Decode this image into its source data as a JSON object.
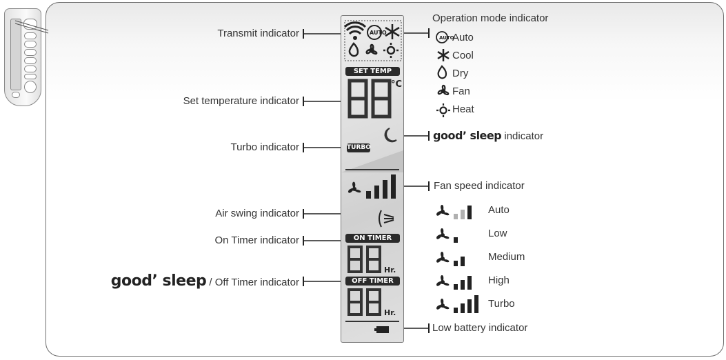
{
  "left_labels": {
    "transmit": "Transmit indicator",
    "set_temp": "Set temperature indicator",
    "turbo": "Turbo indicator",
    "air_swing": "Air swing indicator",
    "on_timer": "On Timer indicator",
    "off_timer_brand": "good’ sleep",
    "off_timer_rest": " / Off Timer indicator"
  },
  "right_labels": {
    "operation_mode_title": "Operation mode indicator",
    "modes": [
      {
        "icon": "auto-mode-icon",
        "label": "Auto"
      },
      {
        "icon": "snowflake-icon",
        "label": "Cool"
      },
      {
        "icon": "droplet-icon",
        "label": "Dry"
      },
      {
        "icon": "fan-icon",
        "label": "Fan"
      },
      {
        "icon": "sun-icon",
        "label": "Heat"
      }
    ],
    "good_sleep_brand": "good’ sleep",
    "good_sleep_rest": " indicator",
    "fan_speed_title": "Fan speed indicator",
    "fan_speeds": [
      {
        "label": "Auto",
        "bars": 3,
        "bars_filled": 1
      },
      {
        "label": "Low",
        "bars": 1,
        "bars_filled": 1
      },
      {
        "label": "Medium",
        "bars": 2,
        "bars_filled": 2
      },
      {
        "label": "High",
        "bars": 3,
        "bars_filled": 3
      },
      {
        "label": "Turbo",
        "bars": 4,
        "bars_filled": 4
      }
    ],
    "low_battery": "Low battery indicator"
  },
  "lcd": {
    "mode_auto_text": "AUTO",
    "set_temp_badge": "SET TEMP",
    "temp_digits": "88",
    "temp_unit": "°C",
    "turbo_badge": "TURBO",
    "on_timer_badge": "ON TIMER",
    "off_timer_badge": "OFF TIMER",
    "timer_digits": "88",
    "hours_unit": "Hr."
  }
}
